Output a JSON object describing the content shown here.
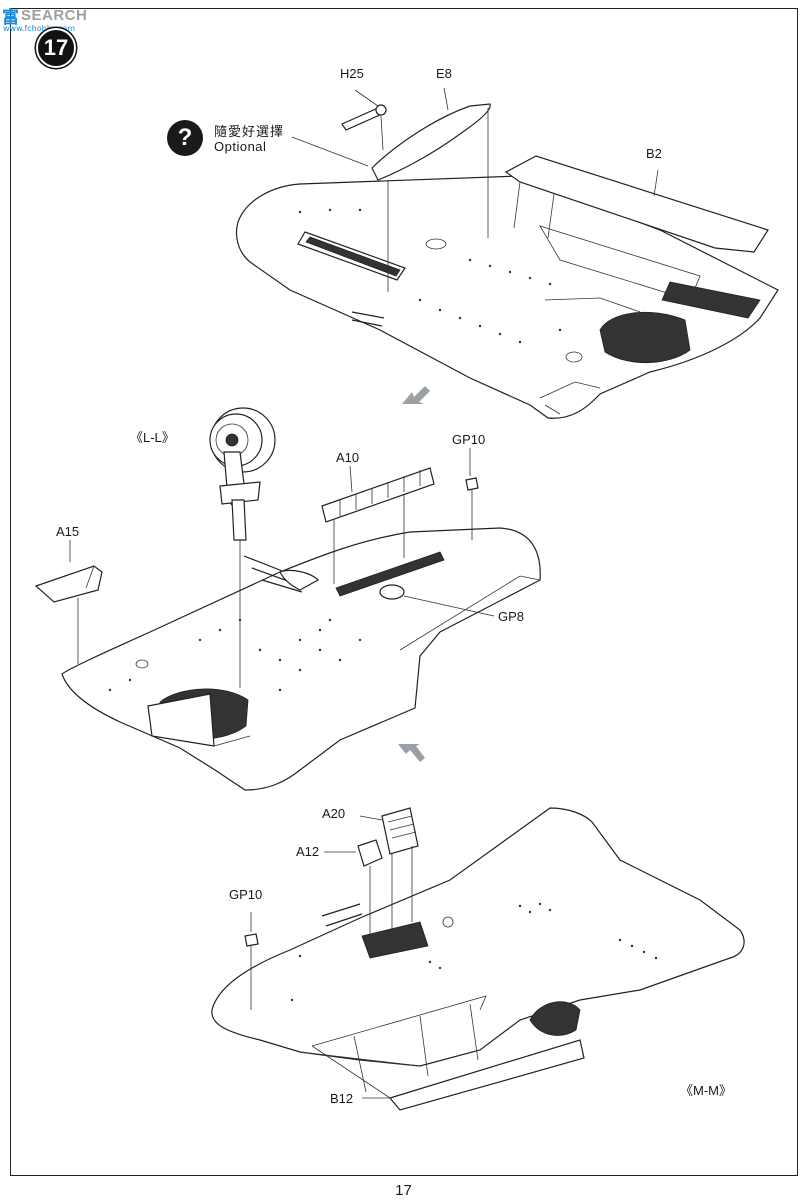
{
  "watermark": {
    "cn": "富",
    "en": "SEARCH",
    "sub": "www.fchobby.com"
  },
  "step": {
    "number": "17"
  },
  "optional": {
    "label_cn": "隨愛好選擇",
    "label_en": "Optional"
  },
  "views": {
    "ll": "《L-L》",
    "mm": "《M-M》"
  },
  "parts": {
    "h25": "H25",
    "e8": "E8",
    "b2": "B2",
    "a10": "A10",
    "gp10_top": "GP10",
    "a15": "A15",
    "gp8": "GP8",
    "a20": "A20",
    "a12": "A12",
    "gp10_bottom": "GP10",
    "b12": "B12"
  },
  "page": {
    "number": "17"
  }
}
